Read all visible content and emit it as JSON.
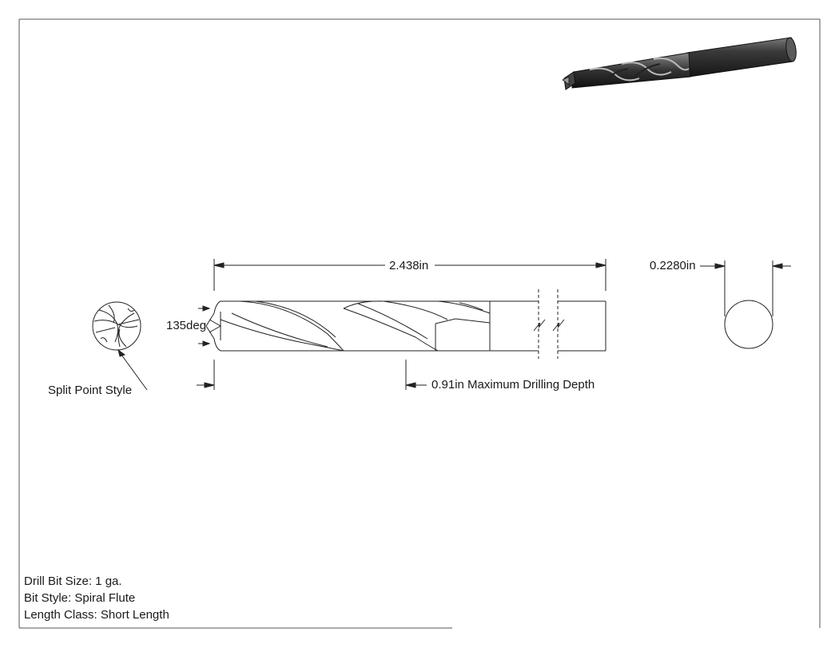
{
  "dimensions": {
    "overall_length": "2.438in",
    "diameter": "0.2280in",
    "point_angle": "135deg",
    "max_drilling_depth": "0.91in Maximum Drilling Depth"
  },
  "callouts": {
    "point_style": "Split Point Style"
  },
  "specs": [
    {
      "text": "Drill Bit Size: 1 ga."
    },
    {
      "text": "Bit Style: Spiral Flute"
    },
    {
      "text": "Length Class: Short Length"
    }
  ]
}
